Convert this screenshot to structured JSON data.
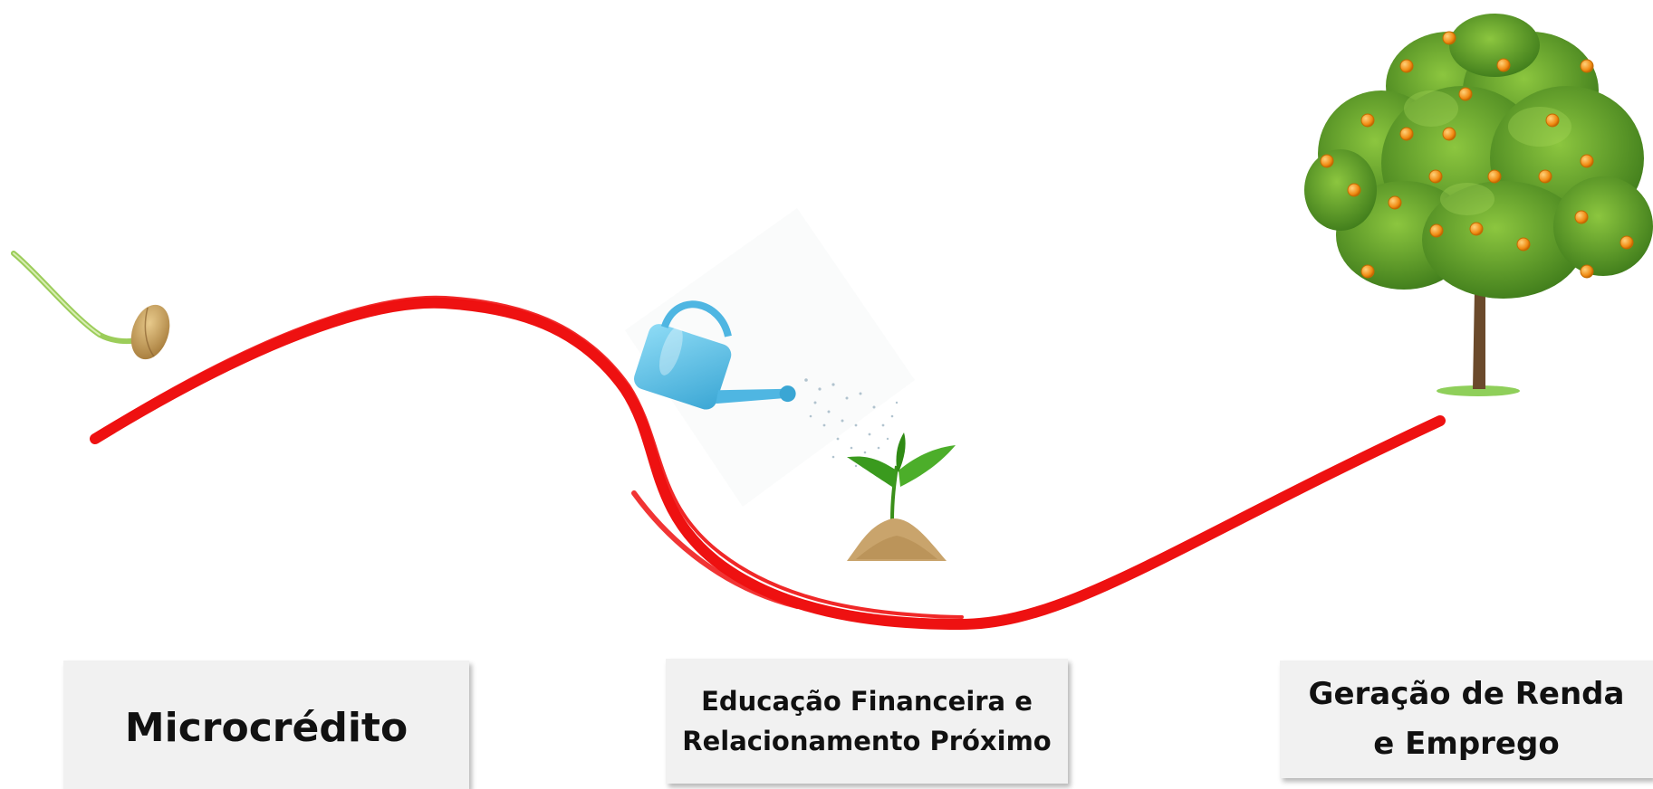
{
  "stages": [
    {
      "label": "Microcrédito",
      "illustration": "germinating-seed"
    },
    {
      "label_line1": "Educação Financeira e",
      "label_line2": "Relacionamento Próximo",
      "illustration": "watering-can-and-sprout"
    },
    {
      "label_line1": "Geração de Renda",
      "label_line2": "e Emprego",
      "illustration": "fruit-tree"
    }
  ],
  "colors": {
    "path": "#ee1111",
    "label_box": "#f1f1f1",
    "can": "#5bc0e8",
    "leaf": "#3a9a1e",
    "fruit": "#f08a12",
    "soil": "#c9a46c"
  }
}
